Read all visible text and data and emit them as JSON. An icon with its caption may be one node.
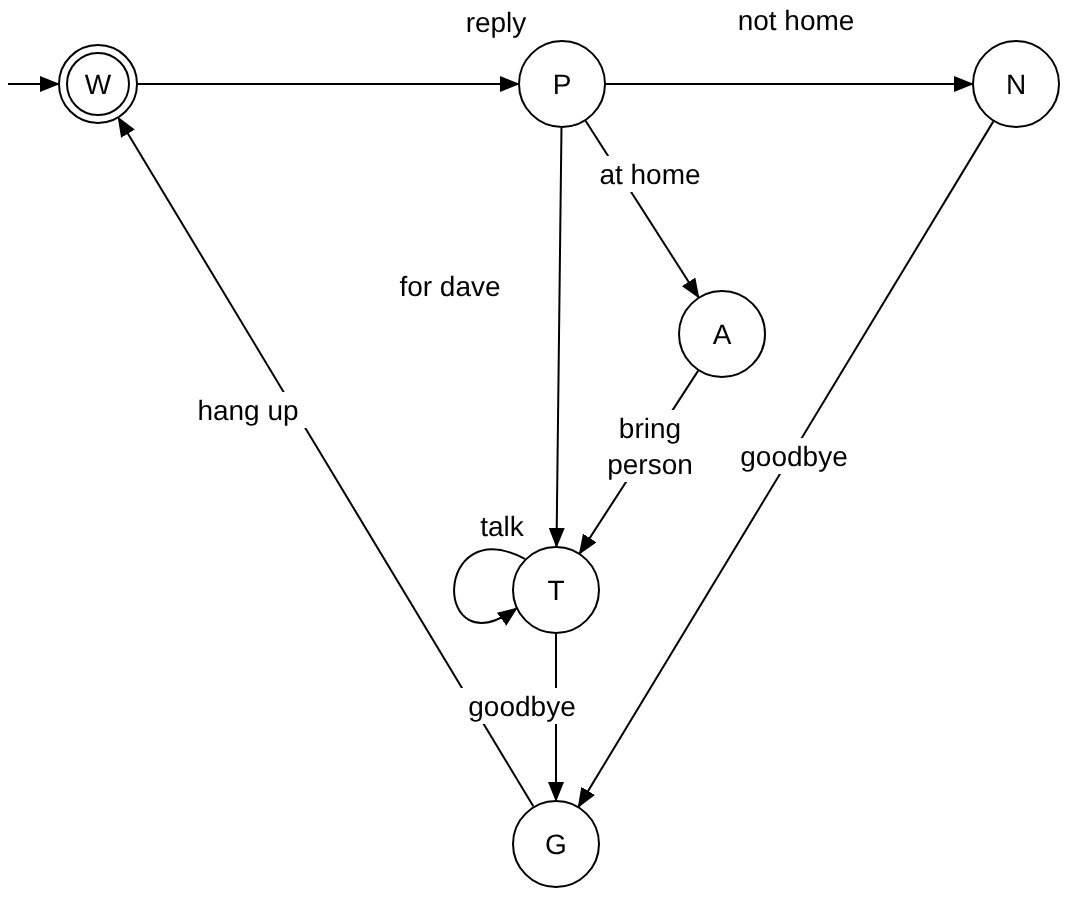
{
  "diagram": {
    "nodes": [
      {
        "text": [
          "W"
        ]
      },
      {
        "text": [
          "P"
        ]
      },
      {
        "text": [
          "N"
        ]
      },
      {
        "text": [
          "A"
        ]
      },
      {
        "text": [
          "T"
        ]
      },
      {
        "text": [
          "G"
        ]
      }
    ],
    "edges": [
      {
        "from": null,
        "to": 0,
        "arrow": "to"
      },
      {
        "from": 0,
        "to": 1,
        "arrow": "to",
        "label": "reply"
      },
      {
        "from": 1,
        "to": 2,
        "arrow": "to",
        "label": "not home"
      },
      {
        "from": 1,
        "to": 3,
        "arrow": "to",
        "label": "at home"
      },
      {
        "from": 1,
        "to": 4,
        "arrow": "to",
        "label": "for dave"
      },
      {
        "from": 3,
        "to": 4,
        "arrow": "to",
        "label": "bring person"
      },
      {
        "from": 4,
        "to": 4,
        "arrow": "to",
        "label": "talk"
      },
      {
        "from": 4,
        "to": 5,
        "arrow": "to",
        "label": "goodbye"
      },
      {
        "from": 2,
        "to": 5,
        "arrow": "to",
        "label": "goodbye"
      },
      {
        "from": 5,
        "to": 0,
        "arrow": "to",
        "label": "hang up"
      }
    ]
  }
}
